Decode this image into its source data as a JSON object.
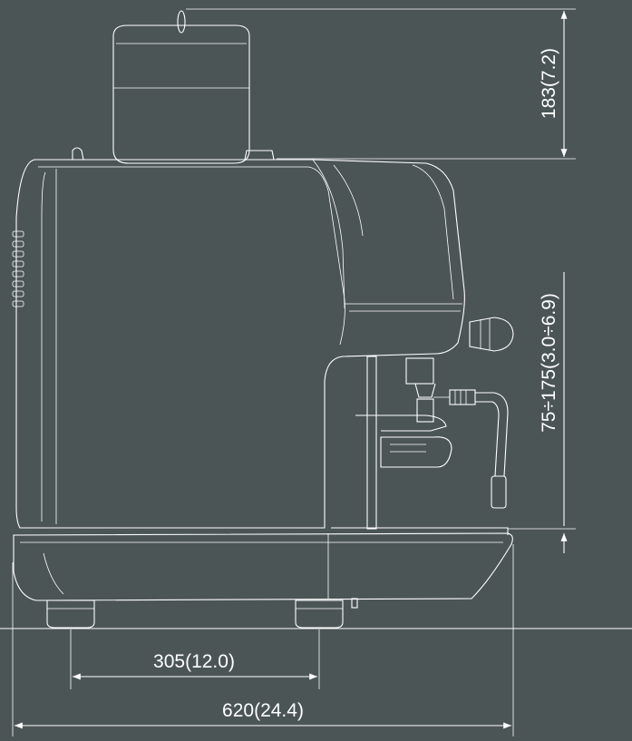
{
  "dimensions": {
    "top_height": "183(7.2)",
    "spout_range": "75÷175(3.0÷6.9)",
    "feet_span": "305(12.0)",
    "total_depth": "620(24.4)"
  },
  "colors": {
    "background": "#4b5555",
    "line": "#ffffff"
  }
}
